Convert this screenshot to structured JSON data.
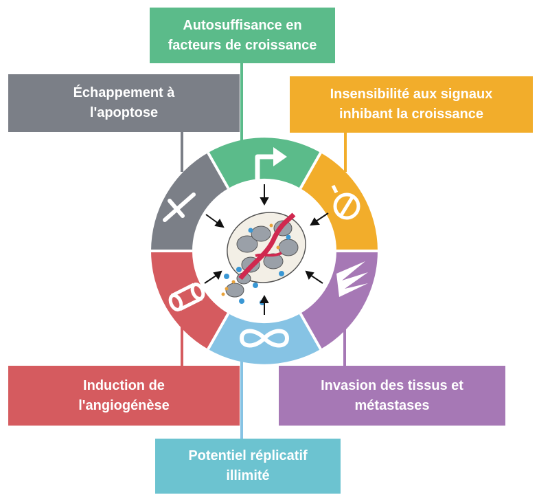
{
  "boxes": {
    "growth": {
      "line1": "Autosuffisance en",
      "line2": "facteurs de croissance"
    },
    "apoptosis": {
      "line1": "Échappement à",
      "line2": "l'apoptose"
    },
    "insensitivity": {
      "line1": "Insensibilité aux signaux",
      "line2": "inhibant la croissance"
    },
    "angiogenesis": {
      "line1": "Induction de",
      "line2": "l'angiogénèse"
    },
    "invasion": {
      "line1": "Invasion des tissus et",
      "line2": "métastases"
    },
    "replicative": {
      "line1": "Potentiel réplicatif",
      "line2": "illimité"
    }
  },
  "colors": {
    "green": "#5bbb8a",
    "gray": "#7b7f87",
    "orange": "#f2ad2b",
    "red": "#d55b5f",
    "purple": "#a678b5",
    "blue": "#86c3e4",
    "teal": "#6cc3d0"
  }
}
